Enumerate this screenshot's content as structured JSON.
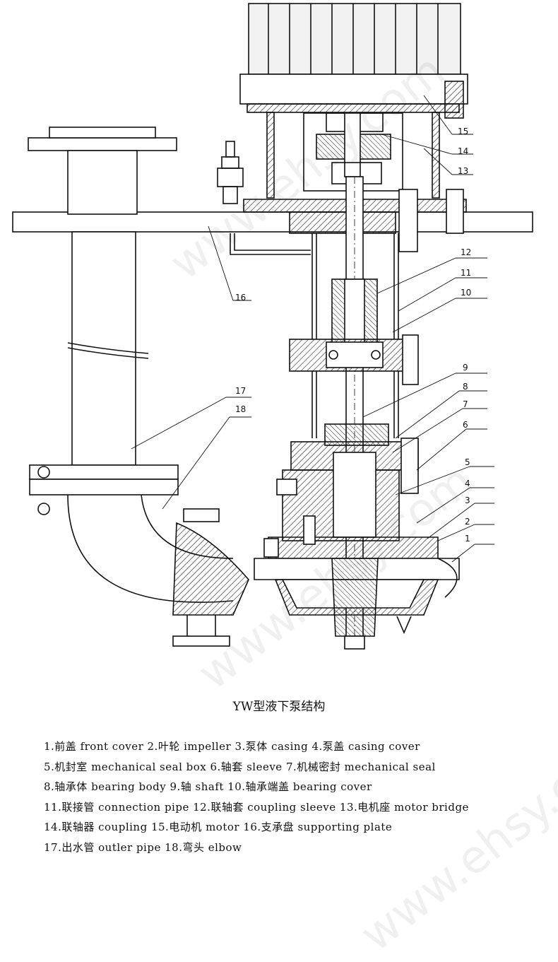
{
  "watermark": "www.ehsy.com",
  "diagram": {
    "callouts": [
      "1",
      "2",
      "3",
      "4",
      "5",
      "6",
      "7",
      "8",
      "9",
      "10",
      "11",
      "12",
      "13",
      "14",
      "15",
      "16",
      "17",
      "18"
    ]
  },
  "caption": "YW型液下泵结构",
  "legend_lines": [
    "1.前盖 front cover 2.叶轮 impeller 3.泵体 casing 4.泵盖 casing cover",
    "5.机封室 mechanical seal box 6.轴套 sleeve 7.机械密封 mechanical seal",
    "8.轴承体 bearing body 9.轴 shaft 10.轴承端盖 bearing cover",
    "11.联接管 connection pipe 12.联轴套 coupling sleeve 13.电机座 motor bridge",
    "14.联轴器 coupling 15.电动机 motor 16.支承盘 supporting plate",
    "17.出水管 outler pipe 18.弯头 elbow"
  ]
}
